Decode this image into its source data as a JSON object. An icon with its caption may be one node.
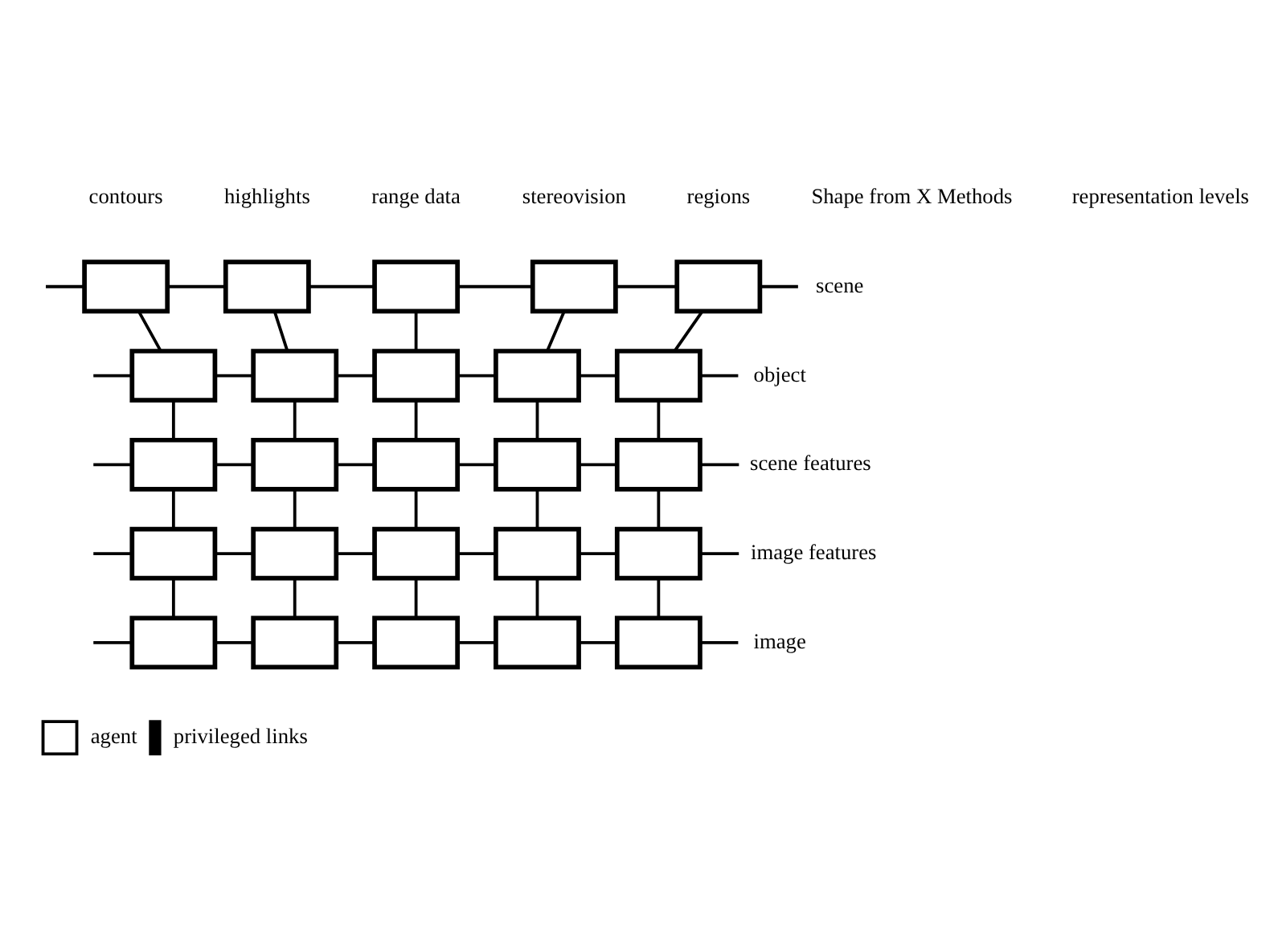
{
  "diagram": {
    "nodes": [
      {
        "text": [],
        "shape": "box"
      },
      {
        "text": [],
        "shape": "box"
      },
      {
        "text": [],
        "shape": "box"
      },
      {
        "text": [],
        "shape": "box"
      },
      {
        "text": [],
        "shape": "box"
      },
      {
        "text": [
          "scene"
        ]
      },
      {
        "text": [],
        "shape": "box"
      },
      {
        "text": [],
        "shape": "box"
      },
      {
        "text": [],
        "shape": "box"
      },
      {
        "text": [],
        "shape": "box"
      },
      {
        "text": [],
        "shape": "box"
      },
      {
        "text": [
          "object"
        ]
      },
      {
        "text": [],
        "shape": "box"
      },
      {
        "text": [],
        "shape": "box"
      },
      {
        "text": [],
        "shape": "box"
      },
      {
        "text": [],
        "shape": "box"
      },
      {
        "text": [],
        "shape": "box"
      },
      {
        "text": [
          "scene features"
        ]
      },
      {
        "text": [],
        "shape": "box"
      },
      {
        "text": [],
        "shape": "box"
      },
      {
        "text": [],
        "shape": "box"
      },
      {
        "text": [],
        "shape": "box"
      },
      {
        "text": [],
        "shape": "box"
      },
      {
        "text": [
          "image features"
        ]
      },
      {
        "text": [],
        "shape": "box"
      },
      {
        "text": [],
        "shape": "box"
      },
      {
        "text": [],
        "shape": "box"
      },
      {
        "text": [],
        "shape": "box"
      },
      {
        "text": [],
        "shape": "box"
      },
      {
        "text": [
          "image"
        ]
      }
    ],
    "edges": [
      {
        "from": null,
        "to": 0,
        "arrow": "none"
      },
      {
        "from": 0,
        "to": 1,
        "arrow": "none"
      },
      {
        "from": 1,
        "to": 2,
        "arrow": "none"
      },
      {
        "from": 2,
        "to": 3,
        "arrow": "none"
      },
      {
        "from": 3,
        "to": 4,
        "arrow": "none"
      },
      {
        "from": 4,
        "to": 5,
        "arrow": "none"
      },
      {
        "from": null,
        "to": 6,
        "arrow": "none"
      },
      {
        "from": 6,
        "to": 7,
        "arrow": "none"
      },
      {
        "from": 7,
        "to": 8,
        "arrow": "none"
      },
      {
        "from": 8,
        "to": 9,
        "arrow": "none"
      },
      {
        "from": 9,
        "to": 10,
        "arrow": "none"
      },
      {
        "from": 10,
        "to": 11,
        "arrow": "none"
      },
      {
        "from": null,
        "to": 12,
        "arrow": "none"
      },
      {
        "from": 12,
        "to": 13,
        "arrow": "none"
      },
      {
        "from": 13,
        "to": 14,
        "arrow": "none"
      },
      {
        "from": 14,
        "to": 15,
        "arrow": "none"
      },
      {
        "from": 15,
        "to": 16,
        "arrow": "none"
      },
      {
        "from": 16,
        "to": 17,
        "arrow": "none"
      },
      {
        "from": null,
        "to": 18,
        "arrow": "none"
      },
      {
        "from": 18,
        "to": 19,
        "arrow": "none"
      },
      {
        "from": 19,
        "to": 20,
        "arrow": "none"
      },
      {
        "from": 20,
        "to": 21,
        "arrow": "none"
      },
      {
        "from": 21,
        "to": 22,
        "arrow": "none"
      },
      {
        "from": 22,
        "to": 23,
        "arrow": "none"
      },
      {
        "from": null,
        "to": 24,
        "arrow": "none"
      },
      {
        "from": 24,
        "to": 25,
        "arrow": "none"
      },
      {
        "from": 25,
        "to": 26,
        "arrow": "none"
      },
      {
        "from": 26,
        "to": 27,
        "arrow": "none"
      },
      {
        "from": 27,
        "to": 28,
        "arrow": "none"
      },
      {
        "from": 28,
        "to": 29,
        "arrow": "none"
      },
      {
        "from": 0,
        "to": 6,
        "arrow": "none"
      },
      {
        "from": 1,
        "to": 7,
        "arrow": "none"
      },
      {
        "from": 2,
        "to": 8,
        "arrow": "none"
      },
      {
        "from": 3,
        "to": 9,
        "arrow": "none"
      },
      {
        "from": 4,
        "to": 10,
        "arrow": "none"
      },
      {
        "from": 6,
        "to": 12,
        "arrow": "none"
      },
      {
        "from": 7,
        "to": 13,
        "arrow": "none"
      },
      {
        "from": 8,
        "to": 14,
        "arrow": "none"
      },
      {
        "from": 9,
        "to": 15,
        "arrow": "none"
      },
      {
        "from": 10,
        "to": 16,
        "arrow": "none"
      },
      {
        "from": 12,
        "to": 18,
        "arrow": "none"
      },
      {
        "from": 13,
        "to": 19,
        "arrow": "none"
      },
      {
        "from": 14,
        "to": 20,
        "arrow": "none"
      },
      {
        "from": 15,
        "to": 21,
        "arrow": "none"
      },
      {
        "from": 16,
        "to": 22,
        "arrow": "none"
      },
      {
        "from": 18,
        "to": 24,
        "arrow": "none"
      },
      {
        "from": 19,
        "to": 25,
        "arrow": "none"
      },
      {
        "from": 20,
        "to": 26,
        "arrow": "none"
      },
      {
        "from": 21,
        "to": 27,
        "arrow": "none"
      },
      {
        "from": 22,
        "to": 28,
        "arrow": "none"
      }
    ],
    "labels": [
      "contours",
      "highlights",
      "range data",
      "stereovision",
      "regions",
      "Shape from X Methods",
      "representation levels"
    ],
    "legend": [
      {
        "text": "agent"
      },
      {
        "text": "privileged links"
      }
    ]
  }
}
